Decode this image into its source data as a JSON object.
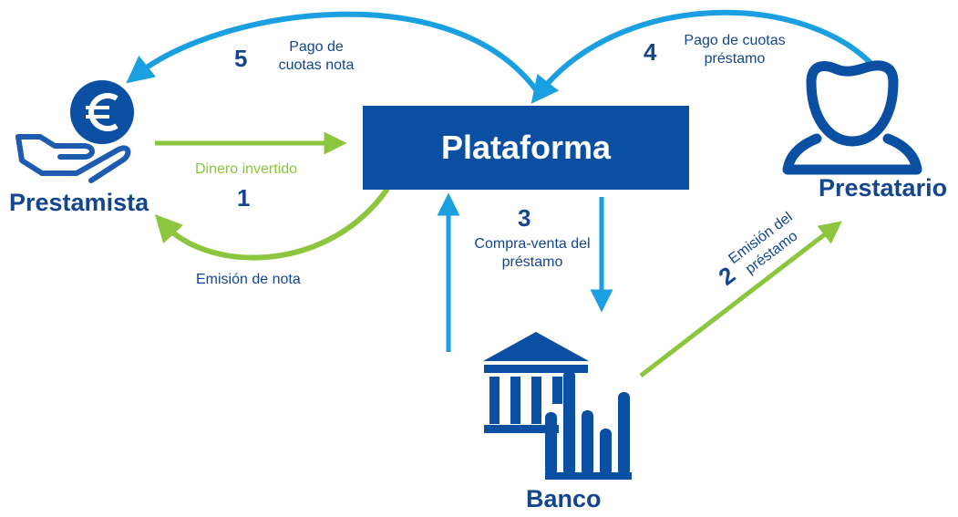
{
  "colors": {
    "navy": "#14458f",
    "blue_box": "#0b4fa3",
    "sky": "#1aa0e0",
    "green": "#8cc63e",
    "white": "#ffffff"
  },
  "nodes": {
    "platform": "Plataforma",
    "lender": "Prestamista",
    "borrower": "Prestatario",
    "bank": "Banco"
  },
  "icons": {
    "lender": "euro-hand-icon",
    "borrower": "person-icon",
    "bank": "bank-building-chart-icon"
  },
  "steps": {
    "s1": {
      "number": "1",
      "line1": "Dinero invertido",
      "line2": "Emisión de nota"
    },
    "s2": {
      "number": "2",
      "line1": "Emisión del",
      "line2": "préstamo"
    },
    "s3": {
      "number": "3",
      "line1": "Compra-venta del",
      "line2": "préstamo"
    },
    "s4": {
      "number": "4",
      "line1": "Pago de cuotas",
      "line2": "préstamo"
    },
    "s5": {
      "number": "5",
      "line1": "Pago de",
      "line2": "cuotas nota"
    }
  }
}
